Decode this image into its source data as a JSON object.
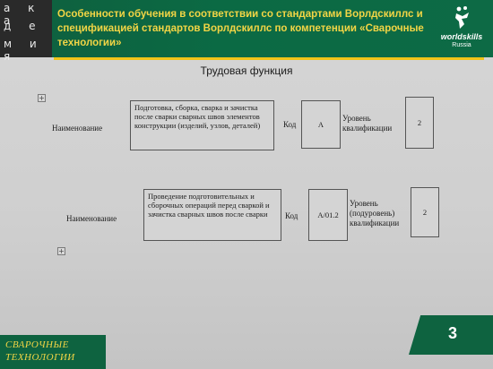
{
  "header": {
    "academy_rows": [
      "а к а",
      "д е",
      "м и я"
    ],
    "title": "Особенности обучения в соответствии со стандартами Ворлдскиллс и спецификацией стандартов Ворлдскиллс по компетенции «Сварочные технологии»",
    "logo_word": "worldskills",
    "logo_country": "Russia"
  },
  "section_title": "Трудовая функция",
  "block1": {
    "label_name": "Наименование",
    "name_value": "Подготовка, сборка, сварка и зачистка после сварки сварных швов элементов конструкции (изделий, узлов, деталей)",
    "label_code": "Код",
    "code_value": "A",
    "label_level": "Уровень квалификации",
    "level_value": "2"
  },
  "block2": {
    "label_name": "Наименование",
    "name_value": "Проведение подготовительных и сборочных операций перед сваркой и зачистка сварных швов после сварки",
    "label_code": "Код",
    "code_value": "A/01.2",
    "label_level": "Уровень (подуровень) квалификации",
    "level_value": "2"
  },
  "footer": {
    "left_text": "СВАРОЧНЫЕ ТЕХНОЛОГИИ",
    "page_number": "3"
  },
  "colors": {
    "header_green": "#0b6a44",
    "title_yellow": "#f2d545",
    "accent_gold": "#f0c419"
  }
}
